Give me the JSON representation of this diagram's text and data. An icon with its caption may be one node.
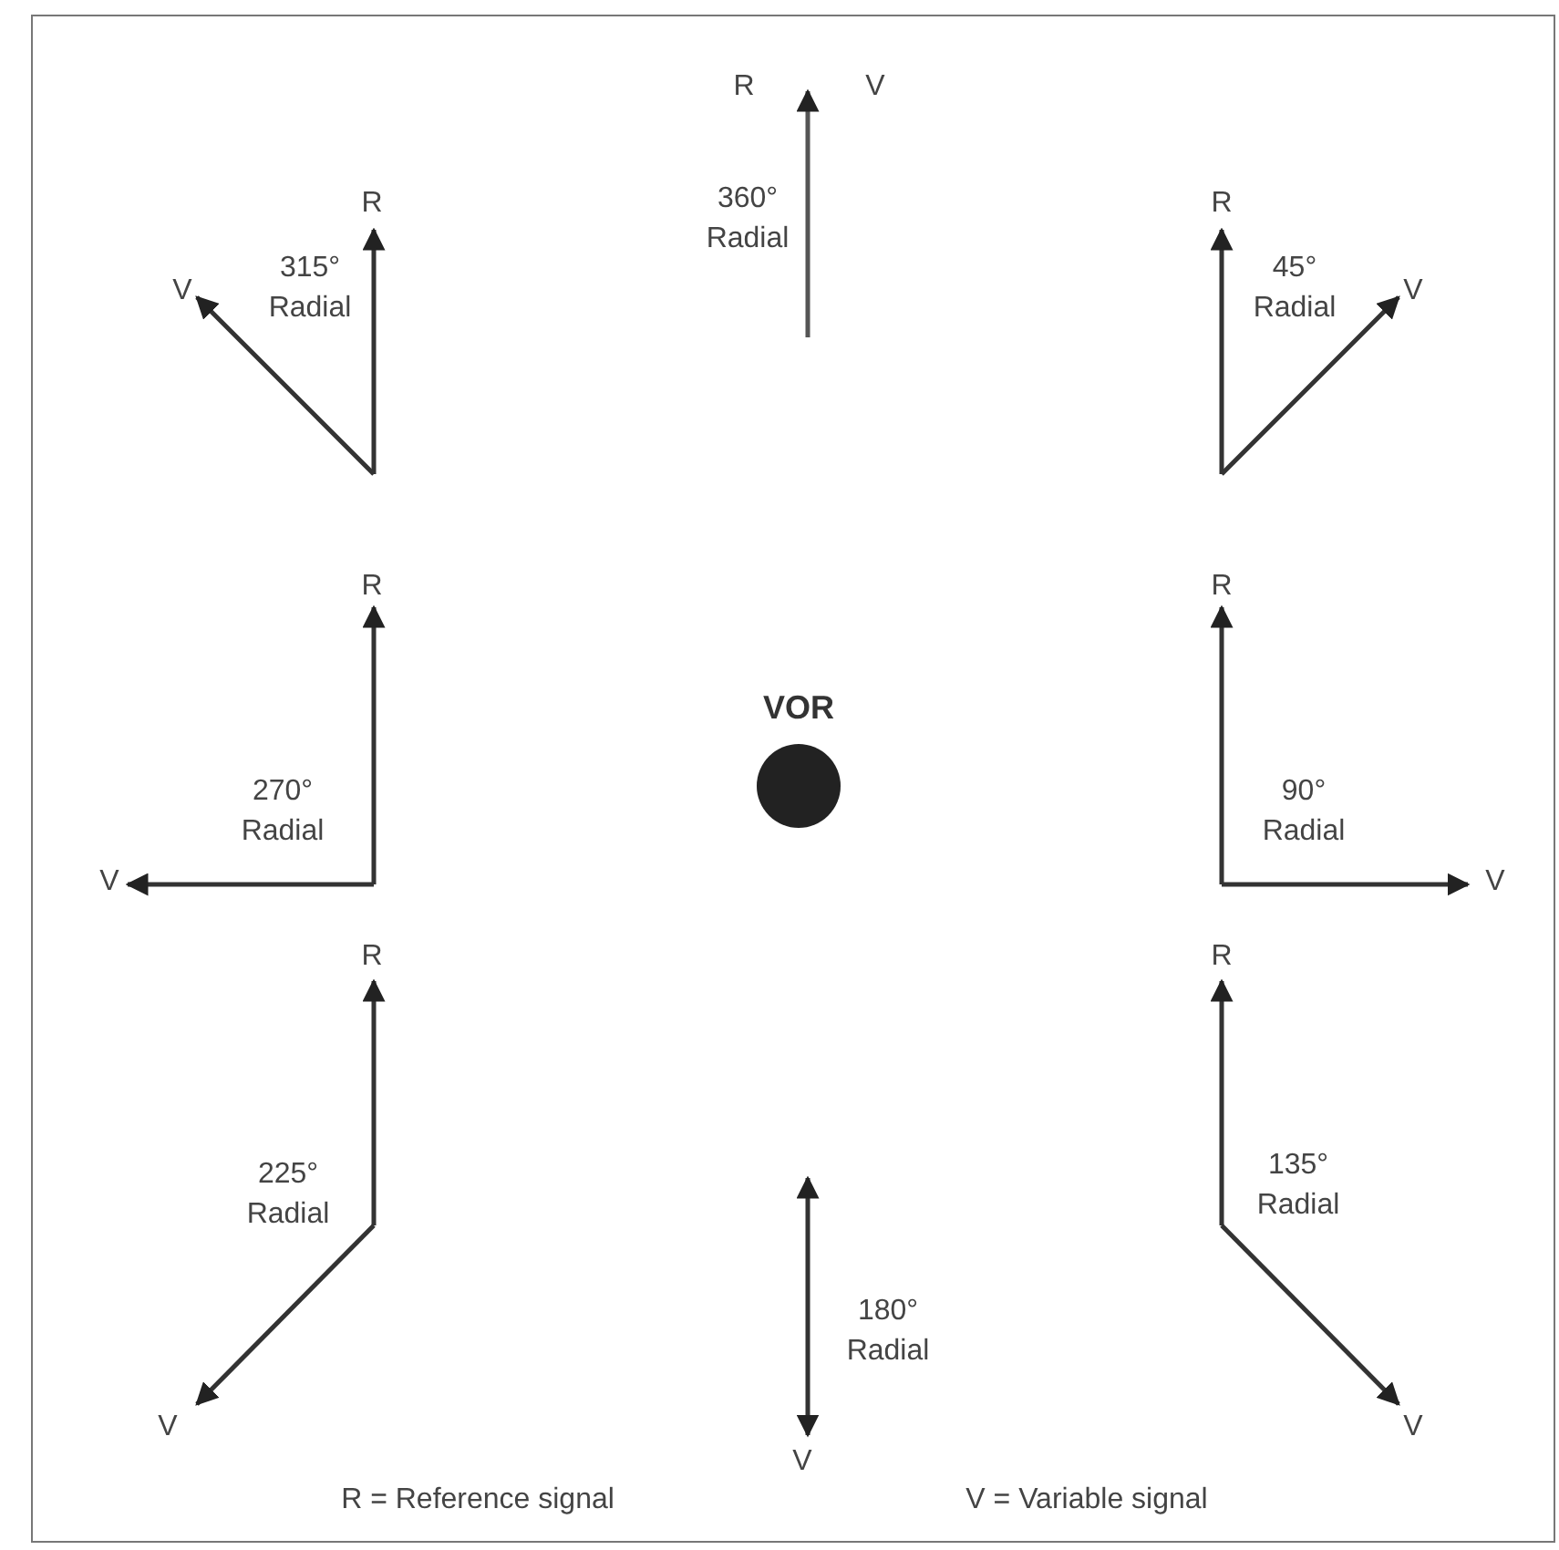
{
  "diagram": {
    "nodes": [
      {
        "text": [
          "VOR"
        ]
      }
    ],
    "labels": [
      "R",
      "V",
      "R",
      "R",
      "360° Radial",
      "315° Radial",
      "45° Radial",
      "V",
      "V",
      "R",
      "R",
      "270° Radial",
      "90° Radial",
      "V",
      "V",
      "R",
      "R",
      "225° Radial",
      "135° Radial",
      "180° Radial",
      "V",
      "V",
      "V",
      "R = Reference signal",
      "V = Variable signal"
    ]
  }
}
